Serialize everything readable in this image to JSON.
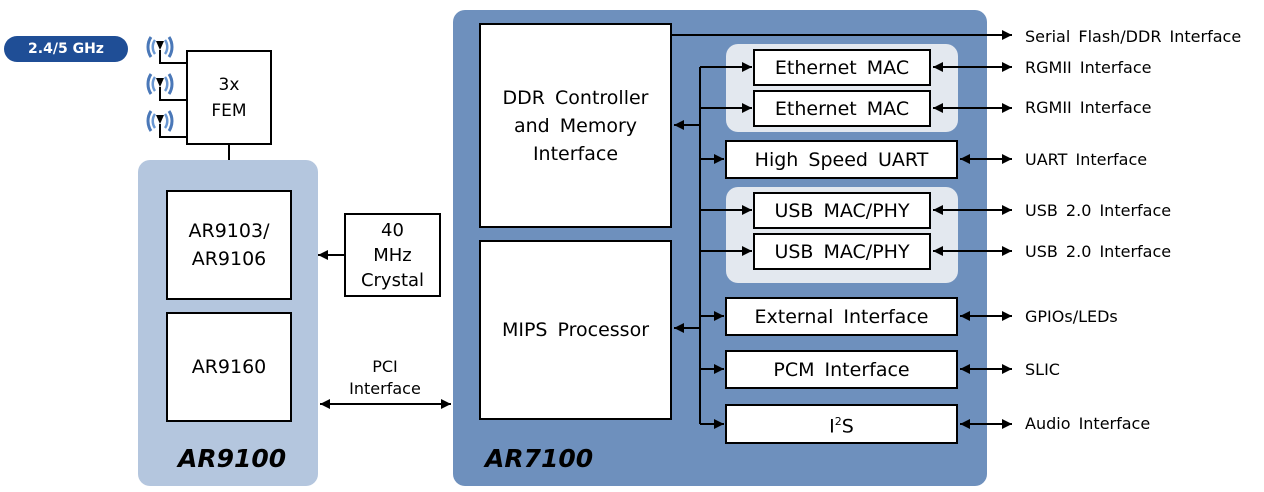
{
  "badge": {
    "label": "2.4/5 GHz"
  },
  "chips": {
    "ar9100": {
      "label": "AR9100"
    },
    "ar7100": {
      "label": "AR7100"
    }
  },
  "blocks": {
    "fem": "3x\nFEM",
    "ar9103": "AR9103/\nAR9106",
    "ar9160": "AR9160",
    "crystal": "40\nMHz\nCrystal",
    "ddr": "DDR Controller\nand Memory\nInterface",
    "mips": "MIPS Processor",
    "eth1": "Ethernet MAC",
    "eth2": "Ethernet MAC",
    "uart": "High Speed UART",
    "usb1": "USB MAC/PHY",
    "usb2": "USB MAC/PHY",
    "ext": "External Interface",
    "pcm": "PCM Interface",
    "i2s_base": "I",
    "i2s_sup": "2",
    "i2s_tail": "S"
  },
  "pci_label": "PCI\nInterface",
  "external_labels": {
    "flash": "Serial Flash/DDR Interface",
    "rgmii1": "RGMII Interface",
    "rgmii2": "RGMII Interface",
    "uart": "UART Interface",
    "usb1": "USB 2.0 Interface",
    "usb2": "USB 2.0 Interface",
    "gpio": "GPIOs/LEDs",
    "slic": "SLIC",
    "audio": "Audio Interface"
  },
  "colors": {
    "ar9100_panel": "#b4c6de",
    "ar7100_panel": "#6e90bd",
    "subpanel": "#e3e8ef",
    "badge": "#1f4e96"
  }
}
